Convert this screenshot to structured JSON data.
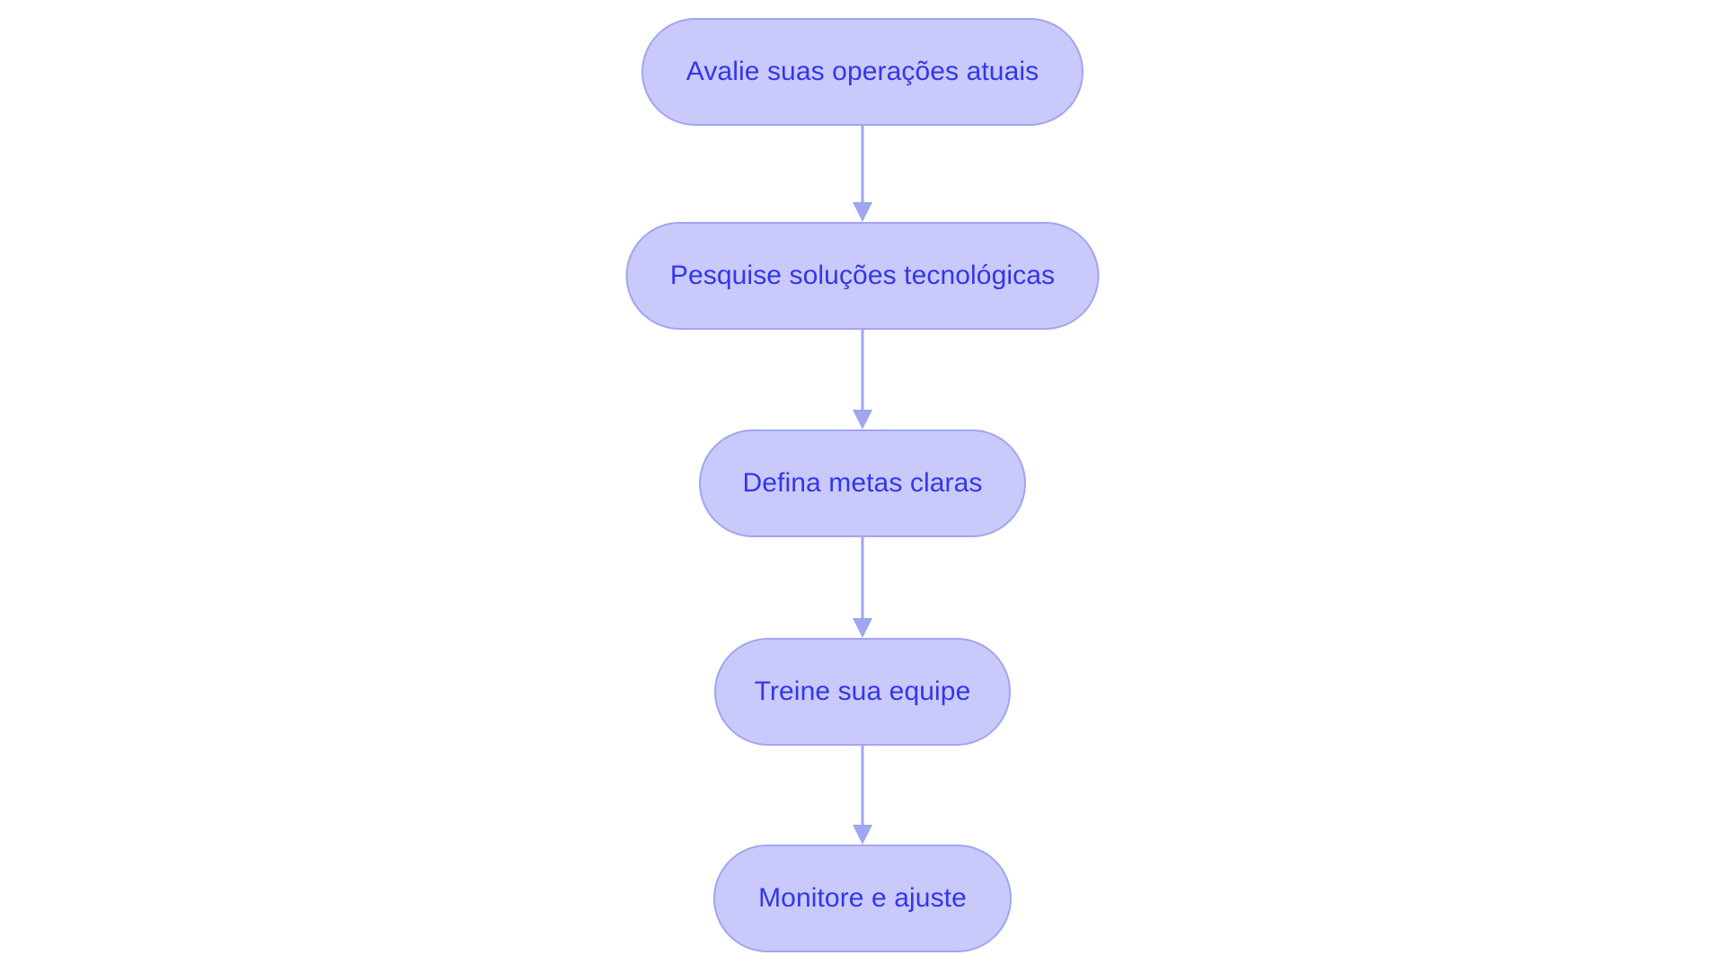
{
  "chart_data": {
    "type": "diagram",
    "diagram_type": "flowchart",
    "orientation": "top-to-bottom",
    "title": "",
    "language": "pt-BR",
    "background_color": "#ffffff",
    "node_fill_color": "#c9cafb",
    "node_border_color": "#a0a6ef",
    "node_text_color": "#3336ec",
    "connector_color": "#9fa5ef",
    "node_shape": "stadium",
    "nodes": [
      {
        "id": "n1",
        "label": "Avalie suas operações atuais",
        "order": 1
      },
      {
        "id": "n2",
        "label": "Pesquise soluções tecnológicas",
        "order": 2
      },
      {
        "id": "n3",
        "label": "Defina metas claras",
        "order": 3
      },
      {
        "id": "n4",
        "label": "Treine sua equipe",
        "order": 4
      },
      {
        "id": "n5",
        "label": "Monitore e ajuste",
        "order": 5
      }
    ],
    "edges": [
      {
        "from": "n1",
        "to": "n2",
        "label": "",
        "arrow": "single"
      },
      {
        "from": "n2",
        "to": "n3",
        "label": "",
        "arrow": "single"
      },
      {
        "from": "n3",
        "to": "n4",
        "label": "",
        "arrow": "single"
      },
      {
        "from": "n4",
        "to": "n5",
        "label": "",
        "arrow": "single"
      }
    ]
  },
  "flowchart": {
    "nodes": [
      {
        "label": "Avalie suas operações atuais"
      },
      {
        "label": "Pesquise soluções tecnológicas"
      },
      {
        "label": "Defina metas claras"
      },
      {
        "label": "Treine sua equipe"
      },
      {
        "label": "Monitore e ajuste"
      }
    ]
  }
}
